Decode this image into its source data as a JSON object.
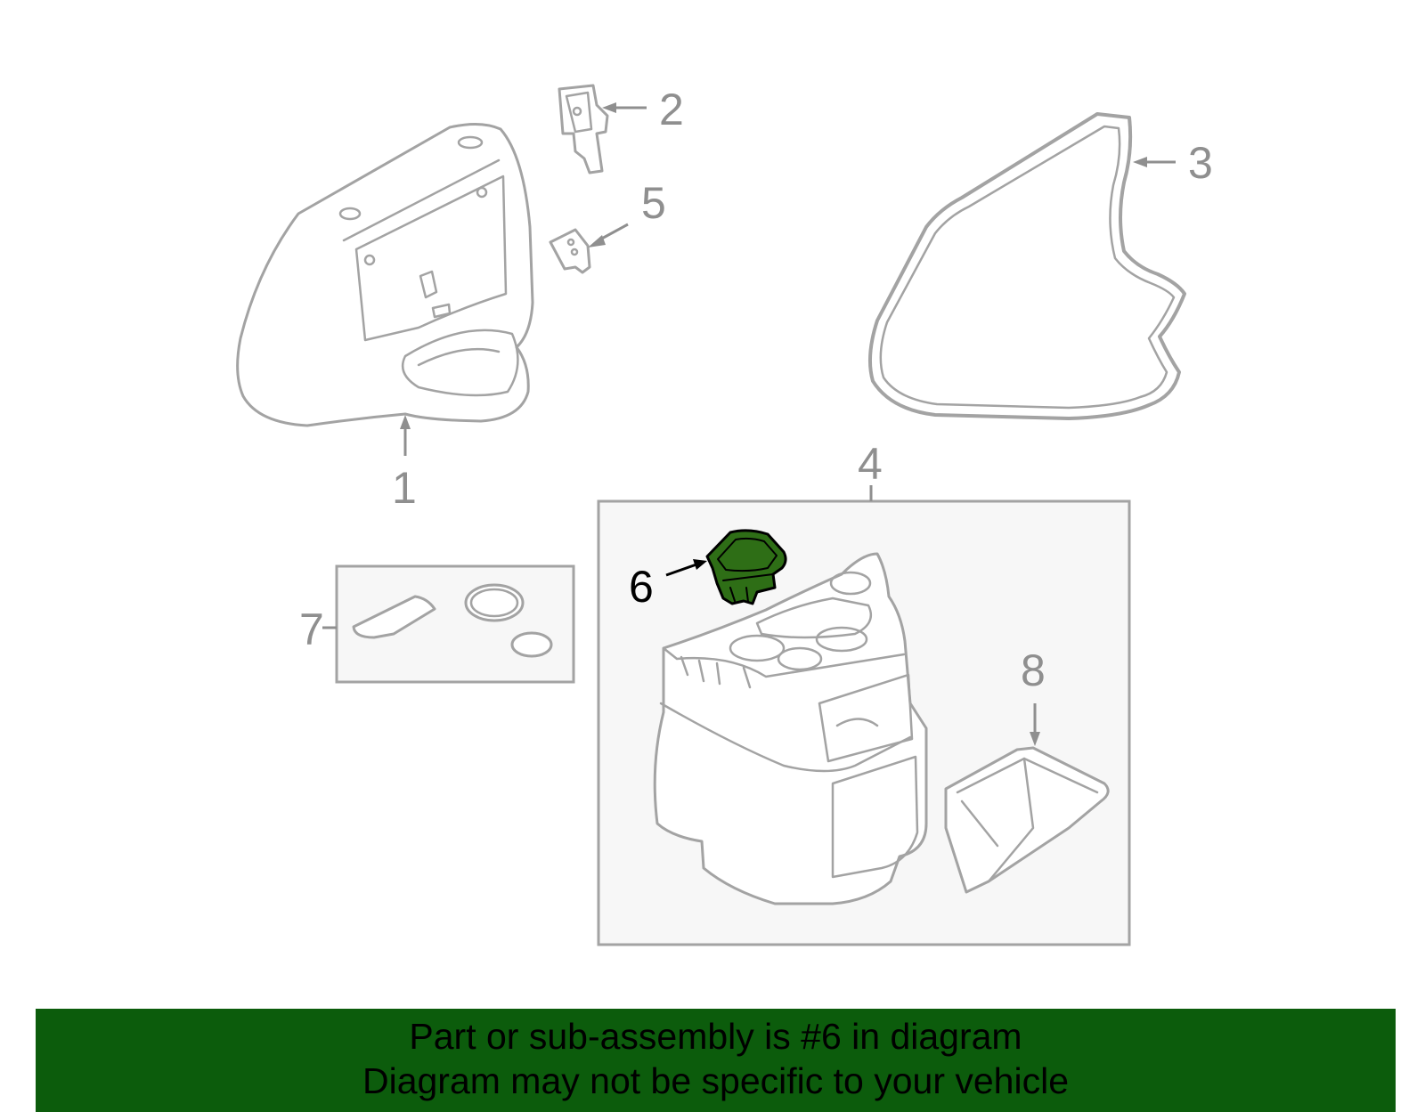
{
  "callouts": [
    {
      "id": "1",
      "label": "1"
    },
    {
      "id": "2",
      "label": "2"
    },
    {
      "id": "3",
      "label": "3"
    },
    {
      "id": "4",
      "label": "4"
    },
    {
      "id": "5",
      "label": "5"
    },
    {
      "id": "6",
      "label": "6"
    },
    {
      "id": "7",
      "label": "7"
    },
    {
      "id": "8",
      "label": "8"
    }
  ],
  "highlighted_part": "6",
  "colors": {
    "highlight_fill": "#2e6e16",
    "banner_background": "#0c5c0c",
    "line_gray": "#a3a3a3",
    "label_gray": "#8f8f8f"
  },
  "banner": {
    "line1": "Part or sub-assembly is #6 in diagram",
    "line2": "Diagram may not be specific to your vehicle"
  }
}
